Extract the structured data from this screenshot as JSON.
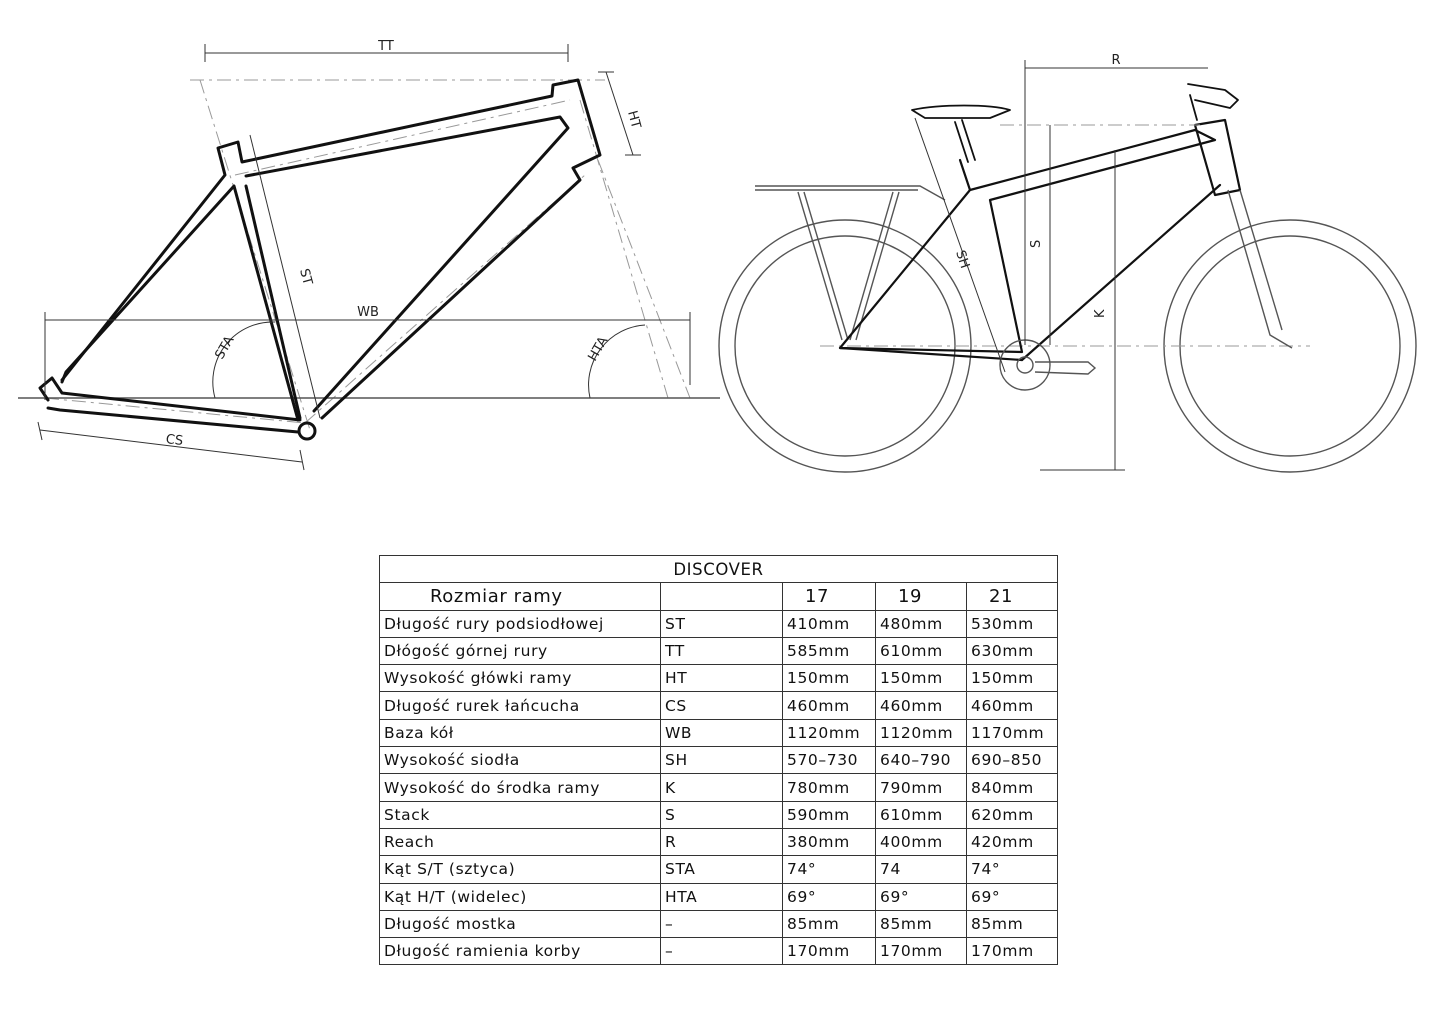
{
  "diagram": {
    "labels": {
      "tt": "TT",
      "ht": "HT",
      "st": "ST",
      "wb": "WB",
      "sta": "STA",
      "hta": "HTA",
      "cs": "CS",
      "r": "R",
      "sh": "SH",
      "s": "S",
      "k": "K"
    }
  },
  "table": {
    "title": "DISCOVER",
    "header": {
      "name": "Rozmiar ramy",
      "code": "",
      "sizes": [
        "17",
        "19",
        "21"
      ]
    },
    "rows": [
      {
        "name": "Długość rury podsiodłowej",
        "code": "ST",
        "values": [
          "410mm",
          "480mm",
          "530mm"
        ]
      },
      {
        "name": "Dłógość górnej rury",
        "code": "TT",
        "values": [
          "585mm",
          "610mm",
          "630mm"
        ]
      },
      {
        "name": "Wysokość główki ramy",
        "code": "HT",
        "values": [
          "150mm",
          "150mm",
          "150mm"
        ]
      },
      {
        "name": "Długość rurek łańcucha",
        "code": "CS",
        "values": [
          "460mm",
          "460mm",
          "460mm"
        ]
      },
      {
        "name": "Baza kół",
        "code": "WB",
        "values": [
          "1120mm",
          "1120mm",
          "1170mm"
        ]
      },
      {
        "name": "Wysokość siodła",
        "code": "SH",
        "values": [
          "570–730",
          "640–790",
          "690–850"
        ]
      },
      {
        "name": "Wysokość do środka ramy",
        "code": "K",
        "values": [
          "780mm",
          "790mm",
          "840mm"
        ]
      },
      {
        "name": "Stack",
        "code": "S",
        "values": [
          "590mm",
          "610mm",
          "620mm"
        ]
      },
      {
        "name": "Reach",
        "code": "R",
        "values": [
          "380mm",
          "400mm",
          "420mm"
        ]
      },
      {
        "name": "Kąt S/T (sztyca)",
        "code": "STA",
        "values": [
          "74°",
          "74",
          "74°"
        ]
      },
      {
        "name": "Kąt H/T (widelec)",
        "code": "HTA",
        "values": [
          "69°",
          "69°",
          "69°"
        ]
      },
      {
        "name": "Długość mostka",
        "code": "–",
        "values": [
          "85mm",
          "85mm",
          "85mm"
        ]
      },
      {
        "name": "Długość ramienia korby",
        "code": "–",
        "values": [
          "170mm",
          "170mm",
          "170mm"
        ]
      }
    ]
  }
}
